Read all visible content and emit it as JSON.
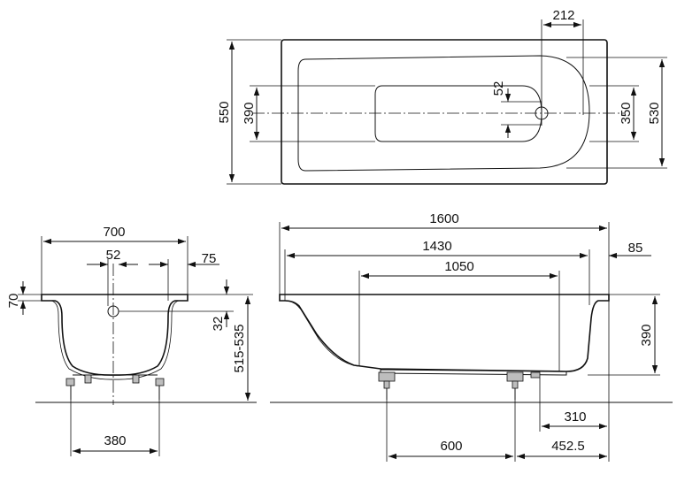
{
  "top_view": {
    "dim_width_outer": "550",
    "dim_width_inner": "390",
    "dim_drain_offset": "52",
    "dim_drain_from_end": "212",
    "dim_inner_right": "350",
    "dim_outer_right": "530"
  },
  "end_view": {
    "dim_top_width": "700",
    "dim_drain_half": "52",
    "dim_rim": "75",
    "dim_rim_height": "70",
    "dim_drain_height": "32",
    "dim_total_height": "515-535",
    "dim_feet_span": "380"
  },
  "side_view": {
    "dim_length_outer": "1600",
    "dim_length_inner": "1430",
    "dim_bottom_length": "1050",
    "dim_rim_right": "85",
    "dim_depth": "390",
    "dim_feet_spacing": "600",
    "dim_drain_pos": "310",
    "dim_foot_offset": "452.5"
  },
  "colors": {
    "line": "#111111",
    "hardware": "#bdbdbd",
    "background": "#ffffff"
  }
}
